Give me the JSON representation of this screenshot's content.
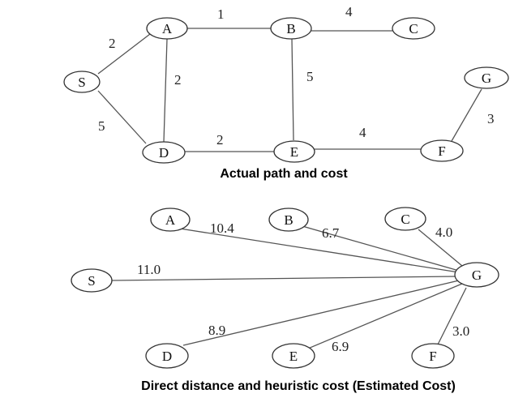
{
  "top_graph": {
    "caption": "Actual path and cost",
    "nodes": [
      {
        "id": "S",
        "label": "S"
      },
      {
        "id": "A",
        "label": "A"
      },
      {
        "id": "B",
        "label": "B"
      },
      {
        "id": "C",
        "label": "C"
      },
      {
        "id": "D",
        "label": "D"
      },
      {
        "id": "E",
        "label": "E"
      },
      {
        "id": "F",
        "label": "F"
      },
      {
        "id": "G",
        "label": "G"
      }
    ],
    "edges": [
      {
        "from": "S",
        "to": "A",
        "weight": "2"
      },
      {
        "from": "S",
        "to": "D",
        "weight": "5"
      },
      {
        "from": "A",
        "to": "B",
        "weight": "1"
      },
      {
        "from": "A",
        "to": "D",
        "weight": "2"
      },
      {
        "from": "B",
        "to": "C",
        "weight": "4"
      },
      {
        "from": "B",
        "to": "E",
        "weight": "5"
      },
      {
        "from": "D",
        "to": "E",
        "weight": "2"
      },
      {
        "from": "E",
        "to": "F",
        "weight": "4"
      },
      {
        "from": "F",
        "to": "G",
        "weight": "3"
      }
    ]
  },
  "bottom_graph": {
    "caption": "Direct distance and heuristic cost (Estimated Cost)",
    "nodes": [
      {
        "id": "A",
        "label": "A"
      },
      {
        "id": "B",
        "label": "B"
      },
      {
        "id": "C",
        "label": "C"
      },
      {
        "id": "S",
        "label": "S"
      },
      {
        "id": "G",
        "label": "G"
      },
      {
        "id": "D",
        "label": "D"
      },
      {
        "id": "E",
        "label": "E"
      },
      {
        "id": "F",
        "label": "F"
      }
    ],
    "edges": [
      {
        "from": "A",
        "to": "G",
        "weight": "10.4"
      },
      {
        "from": "B",
        "to": "G",
        "weight": "6.7"
      },
      {
        "from": "C",
        "to": "G",
        "weight": "4.0"
      },
      {
        "from": "S",
        "to": "G",
        "weight": "11.0"
      },
      {
        "from": "D",
        "to": "G",
        "weight": "8.9"
      },
      {
        "from": "E",
        "to": "G",
        "weight": "6.9"
      },
      {
        "from": "F",
        "to": "G",
        "weight": "3.0"
      }
    ]
  }
}
